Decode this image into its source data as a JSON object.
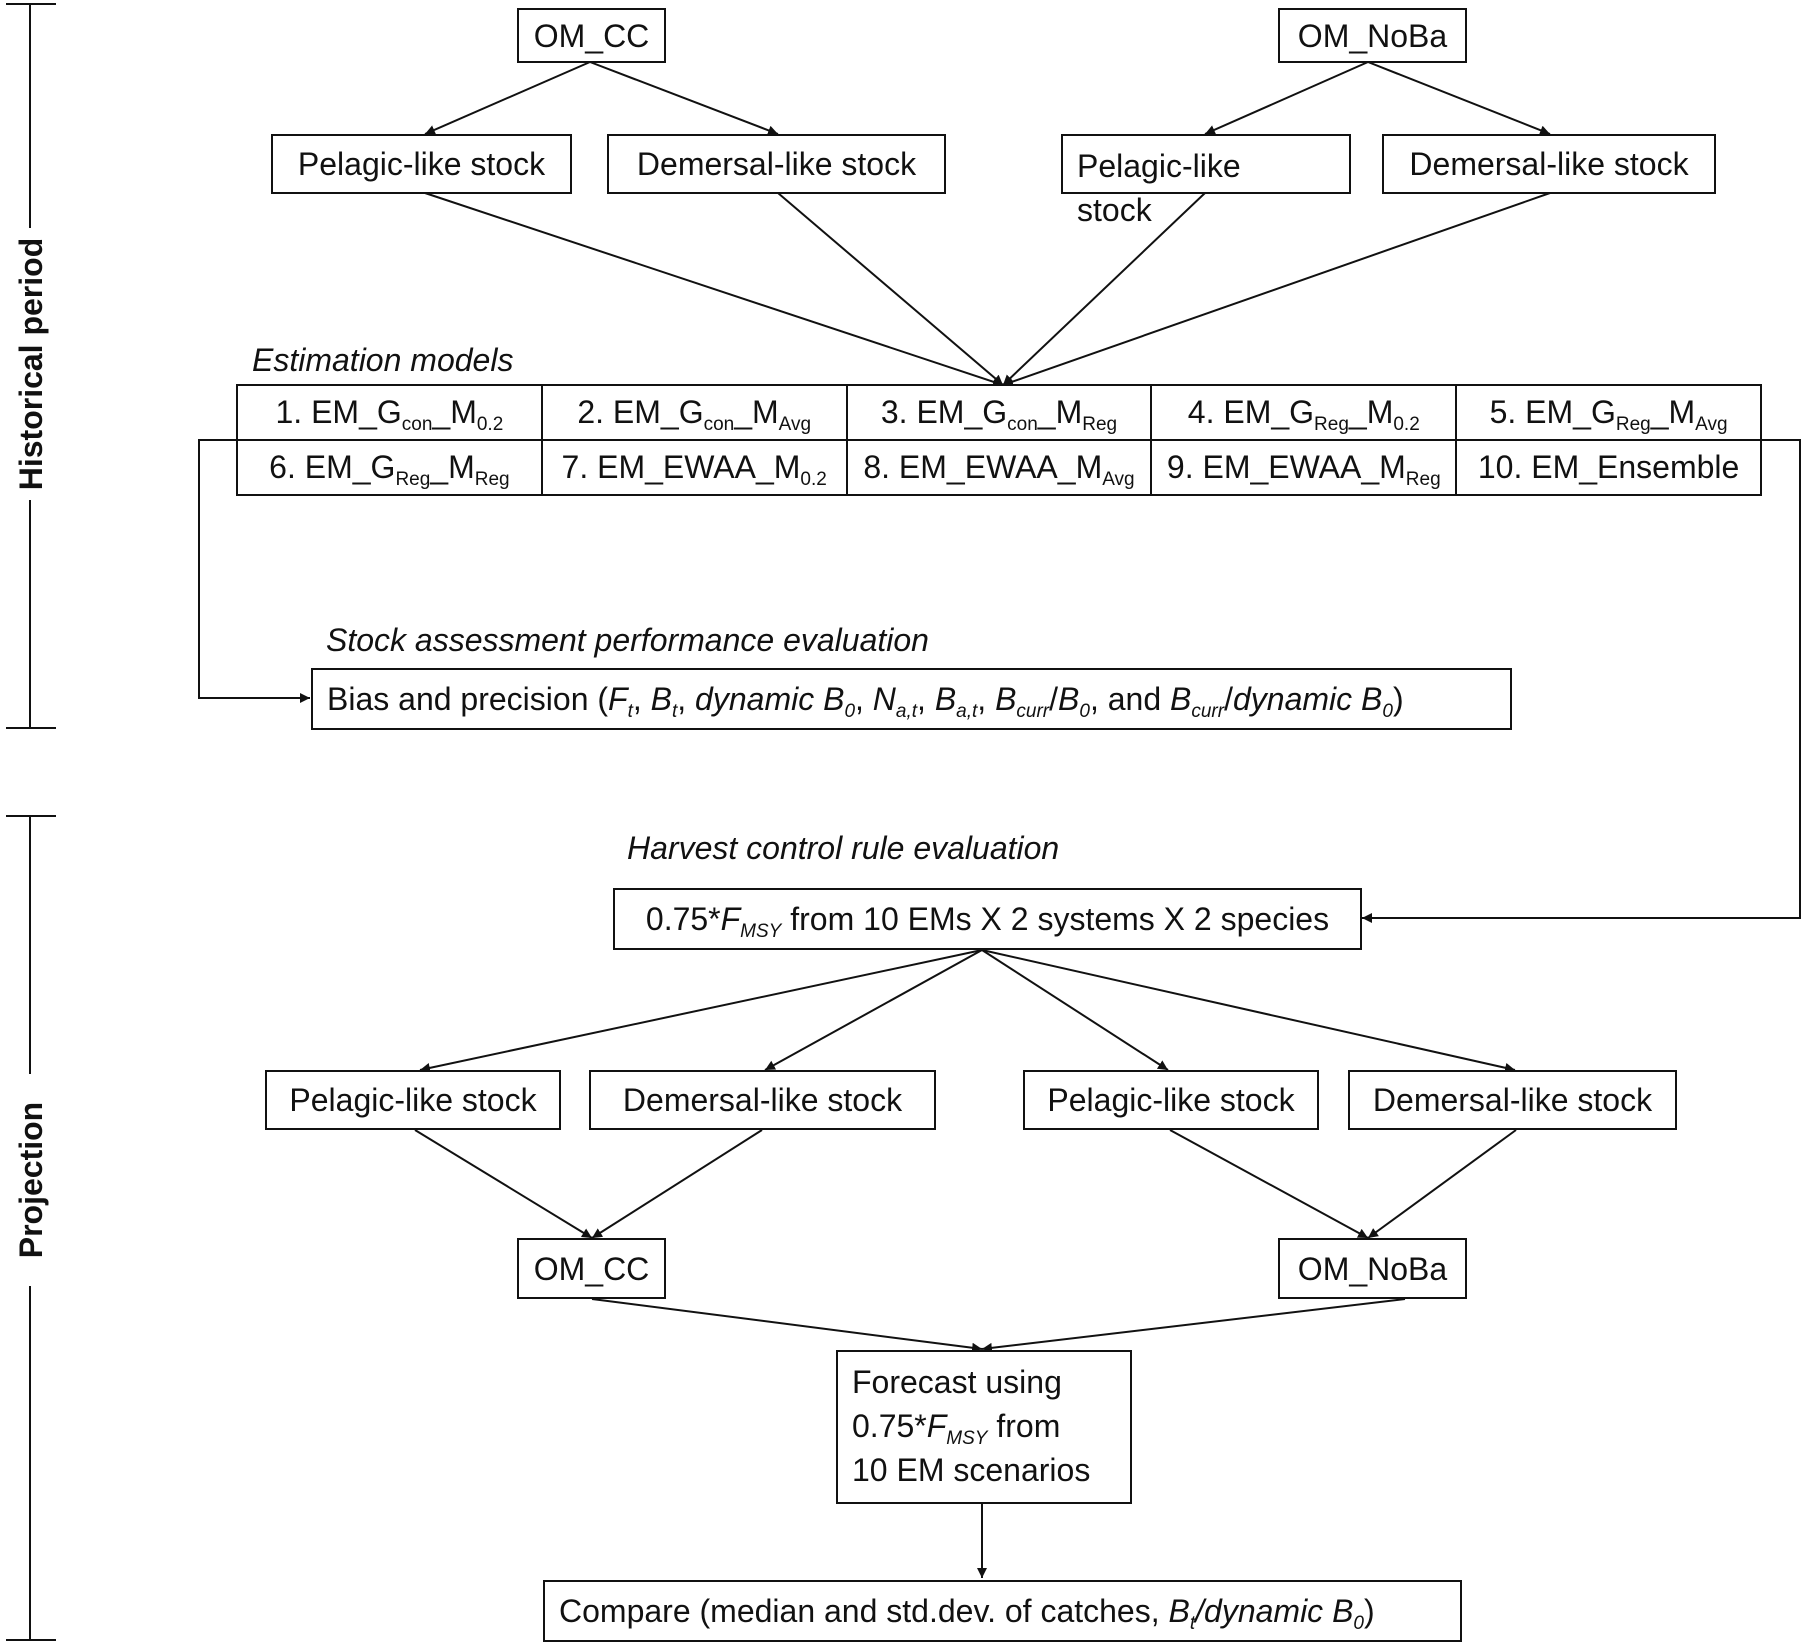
{
  "periods": {
    "historical": "Historical period",
    "projection": "Projection"
  },
  "top": {
    "om_cc": "OM_CC",
    "om_noba": "OM_NoBa",
    "cc_pelagic": "Pelagic-like stock",
    "cc_demersal": "Demersal-like stock",
    "noba_pelagic": "Pelagic-like stock",
    "noba_demersal": "Demersal-like stock"
  },
  "estimation": {
    "title": "Estimation models",
    "cells": [
      {
        "pre": "1. EM_G",
        "s1": "con",
        "mid": "_M",
        "s2": "0.2"
      },
      {
        "pre": "2. EM_G",
        "s1": "con",
        "mid": "_M",
        "s2": "Avg"
      },
      {
        "pre": "3. EM_G",
        "s1": "con",
        "mid": "_M",
        "s2": "Reg"
      },
      {
        "pre": "4. EM_G",
        "s1": "Reg",
        "mid": "_M",
        "s2": "0.2"
      },
      {
        "pre": "5. EM_G",
        "s1": "Reg",
        "mid": "_M",
        "s2": "Avg"
      },
      {
        "pre": "6. EM_G",
        "s1": "Reg",
        "mid": "_M",
        "s2": "Reg"
      },
      {
        "pre": "7. EM_EWAA_M",
        "s1": "0.2",
        "mid": "",
        "s2": ""
      },
      {
        "pre": "8. EM_EWAA_M",
        "s1": "Avg",
        "mid": "",
        "s2": ""
      },
      {
        "pre": "9. EM_EWAA_M",
        "s1": "Reg",
        "mid": "",
        "s2": ""
      },
      {
        "pre": "10. EM_Ensemble",
        "s1": "",
        "mid": "",
        "s2": ""
      }
    ]
  },
  "assessment": {
    "title": "Stock assessment performance evaluation",
    "text_pre": "Bias and precision (",
    "Ft": "F",
    "Ft_sub": "t",
    "Bt": "B",
    "Bt_sub": "t",
    "dynB0": "dynamic B",
    "dynB0_sub": "0",
    "Nat": "N",
    "Nat_sub": "a,t",
    "Bat": "B",
    "Bat_sub": "a,t",
    "Bcurr": "B",
    "Bcurr_sub": "curr",
    "B0": "B",
    "B0_sub": "0",
    "and": ", and ",
    "Bcurr2": "B",
    "Bcurr2_sub": "curr",
    "dynB0b": "dynamic B",
    "dynB0b_sub": "0",
    "close": ")"
  },
  "hcr": {
    "title": "Harvest control rule evaluation",
    "pre": "0.75*",
    "F": "F",
    "F_sub": "MSY",
    "post": " from 10 EMs X 2 systems X 2 species"
  },
  "projection": {
    "pelagic1": "Pelagic-like stock",
    "demersal1": "Demersal-like stock",
    "pelagic2": "Pelagic-like stock",
    "demersal2": "Demersal-like stock",
    "om_cc": "OM_CC",
    "om_noba": "OM_NoBa",
    "forecast_l1": "Forecast using",
    "forecast_pre": "0.75*",
    "forecast_F": "F",
    "forecast_F_sub": "MSY",
    "forecast_post": " from",
    "forecast_l3": "10 EM scenarios",
    "compare_pre": "Compare (median and std.dev. of catches, ",
    "compare_B": "B",
    "compare_B_sub": "t",
    "compare_slash": "/",
    "compare_dyn": "dynamic B",
    "compare_dyn_sub": "0",
    "compare_close": ")"
  }
}
